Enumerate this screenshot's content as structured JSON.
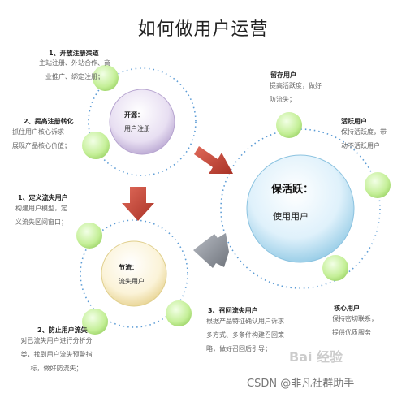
{
  "title": "如何做用户运营",
  "sections": {
    "top_left": {
      "step1": {
        "heading": "1、开放注册渠道",
        "lines": [
          "主站注册、外站合作、商",
          "业推广、绑定注册；"
        ]
      },
      "step2": {
        "heading": "2、提高注册转化",
        "lines": [
          "抓住用户核心诉求",
          "展现产品核心价值；"
        ]
      },
      "center": {
        "title": "开源：",
        "subtitle": "用户注册"
      }
    },
    "right": {
      "retention": {
        "heading": "留存用户",
        "lines": [
          "提高活跃度，做好",
          "防流失；"
        ]
      },
      "active": {
        "heading": "活跃用户",
        "lines": [
          "保持活跃度，带",
          "动不活跃用户"
        ]
      },
      "core": {
        "heading": "核心用户",
        "lines": [
          "保持密切联系，",
          "提供优质服务"
        ]
      },
      "center": {
        "title": "保活跃：",
        "subtitle": "使用用户"
      }
    },
    "bottom_left": {
      "step1": {
        "heading": "1、定义流失用户",
        "lines": [
          "构建用户模型，定",
          "义流失区间窗口；"
        ]
      },
      "step2": {
        "heading": "2、防止用户流失",
        "lines": [
          "对已流失用户进行分析分",
          "类，找到用户流失预警指",
          "标，做好防流失；"
        ]
      },
      "step3": {
        "heading": "3、召回流失用户",
        "lines": [
          "根据产品特征确认用户诉求",
          "多方式、多条件构建召回策",
          "略，做好召回后引导；"
        ]
      },
      "center": {
        "title": "节流：",
        "subtitle": "流失用户"
      }
    }
  },
  "watermark": "CSDN @非凡社群助手",
  "logo": "Bai 经验",
  "colors": {
    "accent_red": "#c0392b",
    "arrow_gray": "#8a8f98",
    "node_green": "#b8e986",
    "dot_blue": "#5b9bd5"
  }
}
